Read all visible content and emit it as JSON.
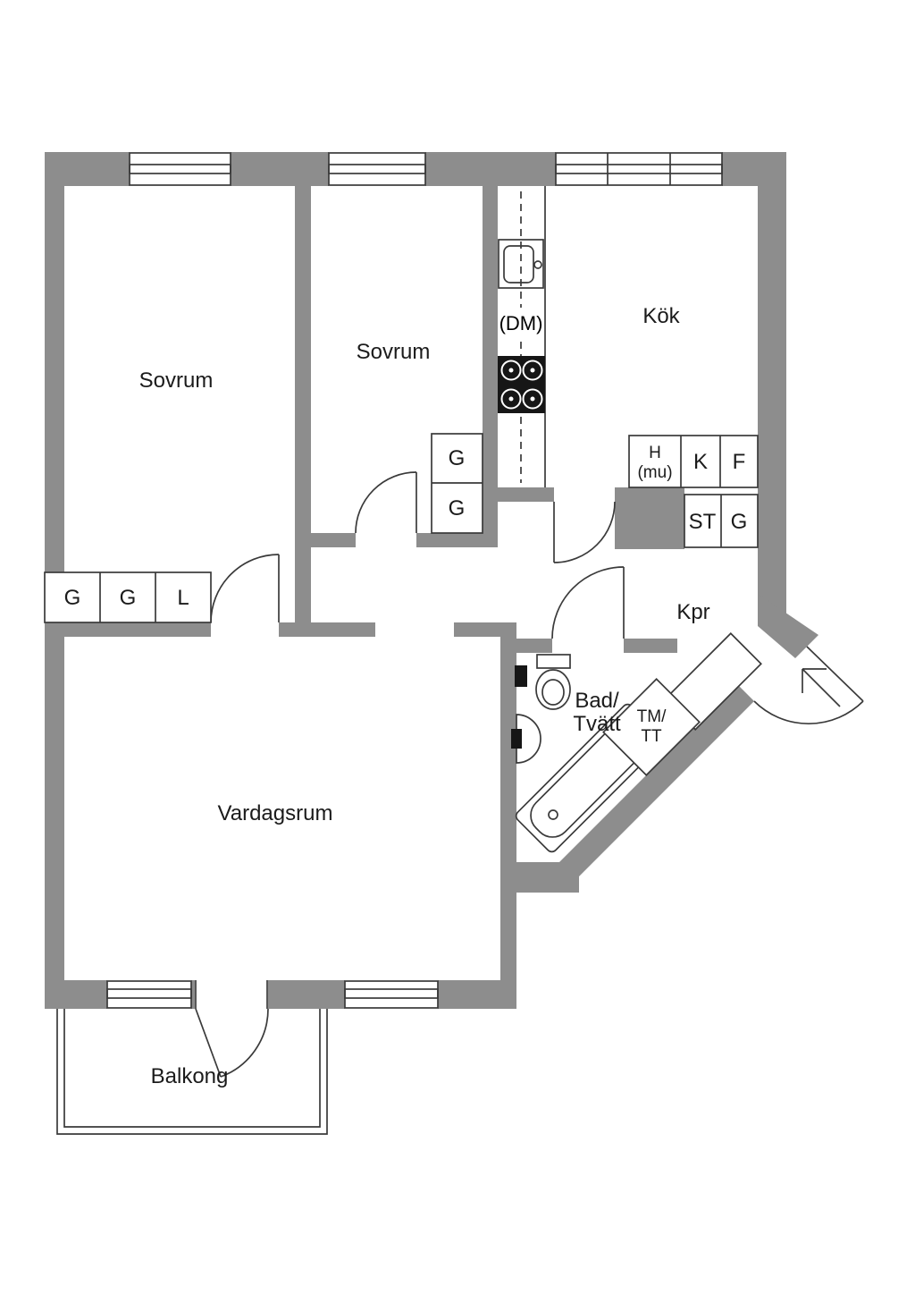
{
  "colors": {
    "wall": "#8d8d8d",
    "line": "#3a3a3a",
    "text": "#1b1b1b",
    "appliance_dark": "#161616",
    "floor": "#ffffff"
  },
  "rooms": {
    "bedroom_1": "Sovrum",
    "bedroom_2": "Sovrum",
    "kitchen": "Kök",
    "entry_hall": "Kpr",
    "bathroom_line1": "Bad/",
    "bathroom_line2": "Tvätt",
    "living_room": "Vardagsrum",
    "balcony": "Balkong"
  },
  "storage": {
    "bedroom1_closets": [
      "G",
      "G",
      "L"
    ],
    "bedroom2_wardrobes": [
      "G",
      "G"
    ],
    "kitchen_cabinet_tall_line1": "H",
    "kitchen_cabinet_tall_line2": "(mu)",
    "kitchen_cabinets": [
      "K",
      "F"
    ],
    "hall_closets": [
      "ST",
      "G"
    ]
  },
  "appliances": {
    "dishwasher": "(DM)",
    "washer_dryer_line1": "TM/",
    "washer_dryer_line2": "TT"
  }
}
